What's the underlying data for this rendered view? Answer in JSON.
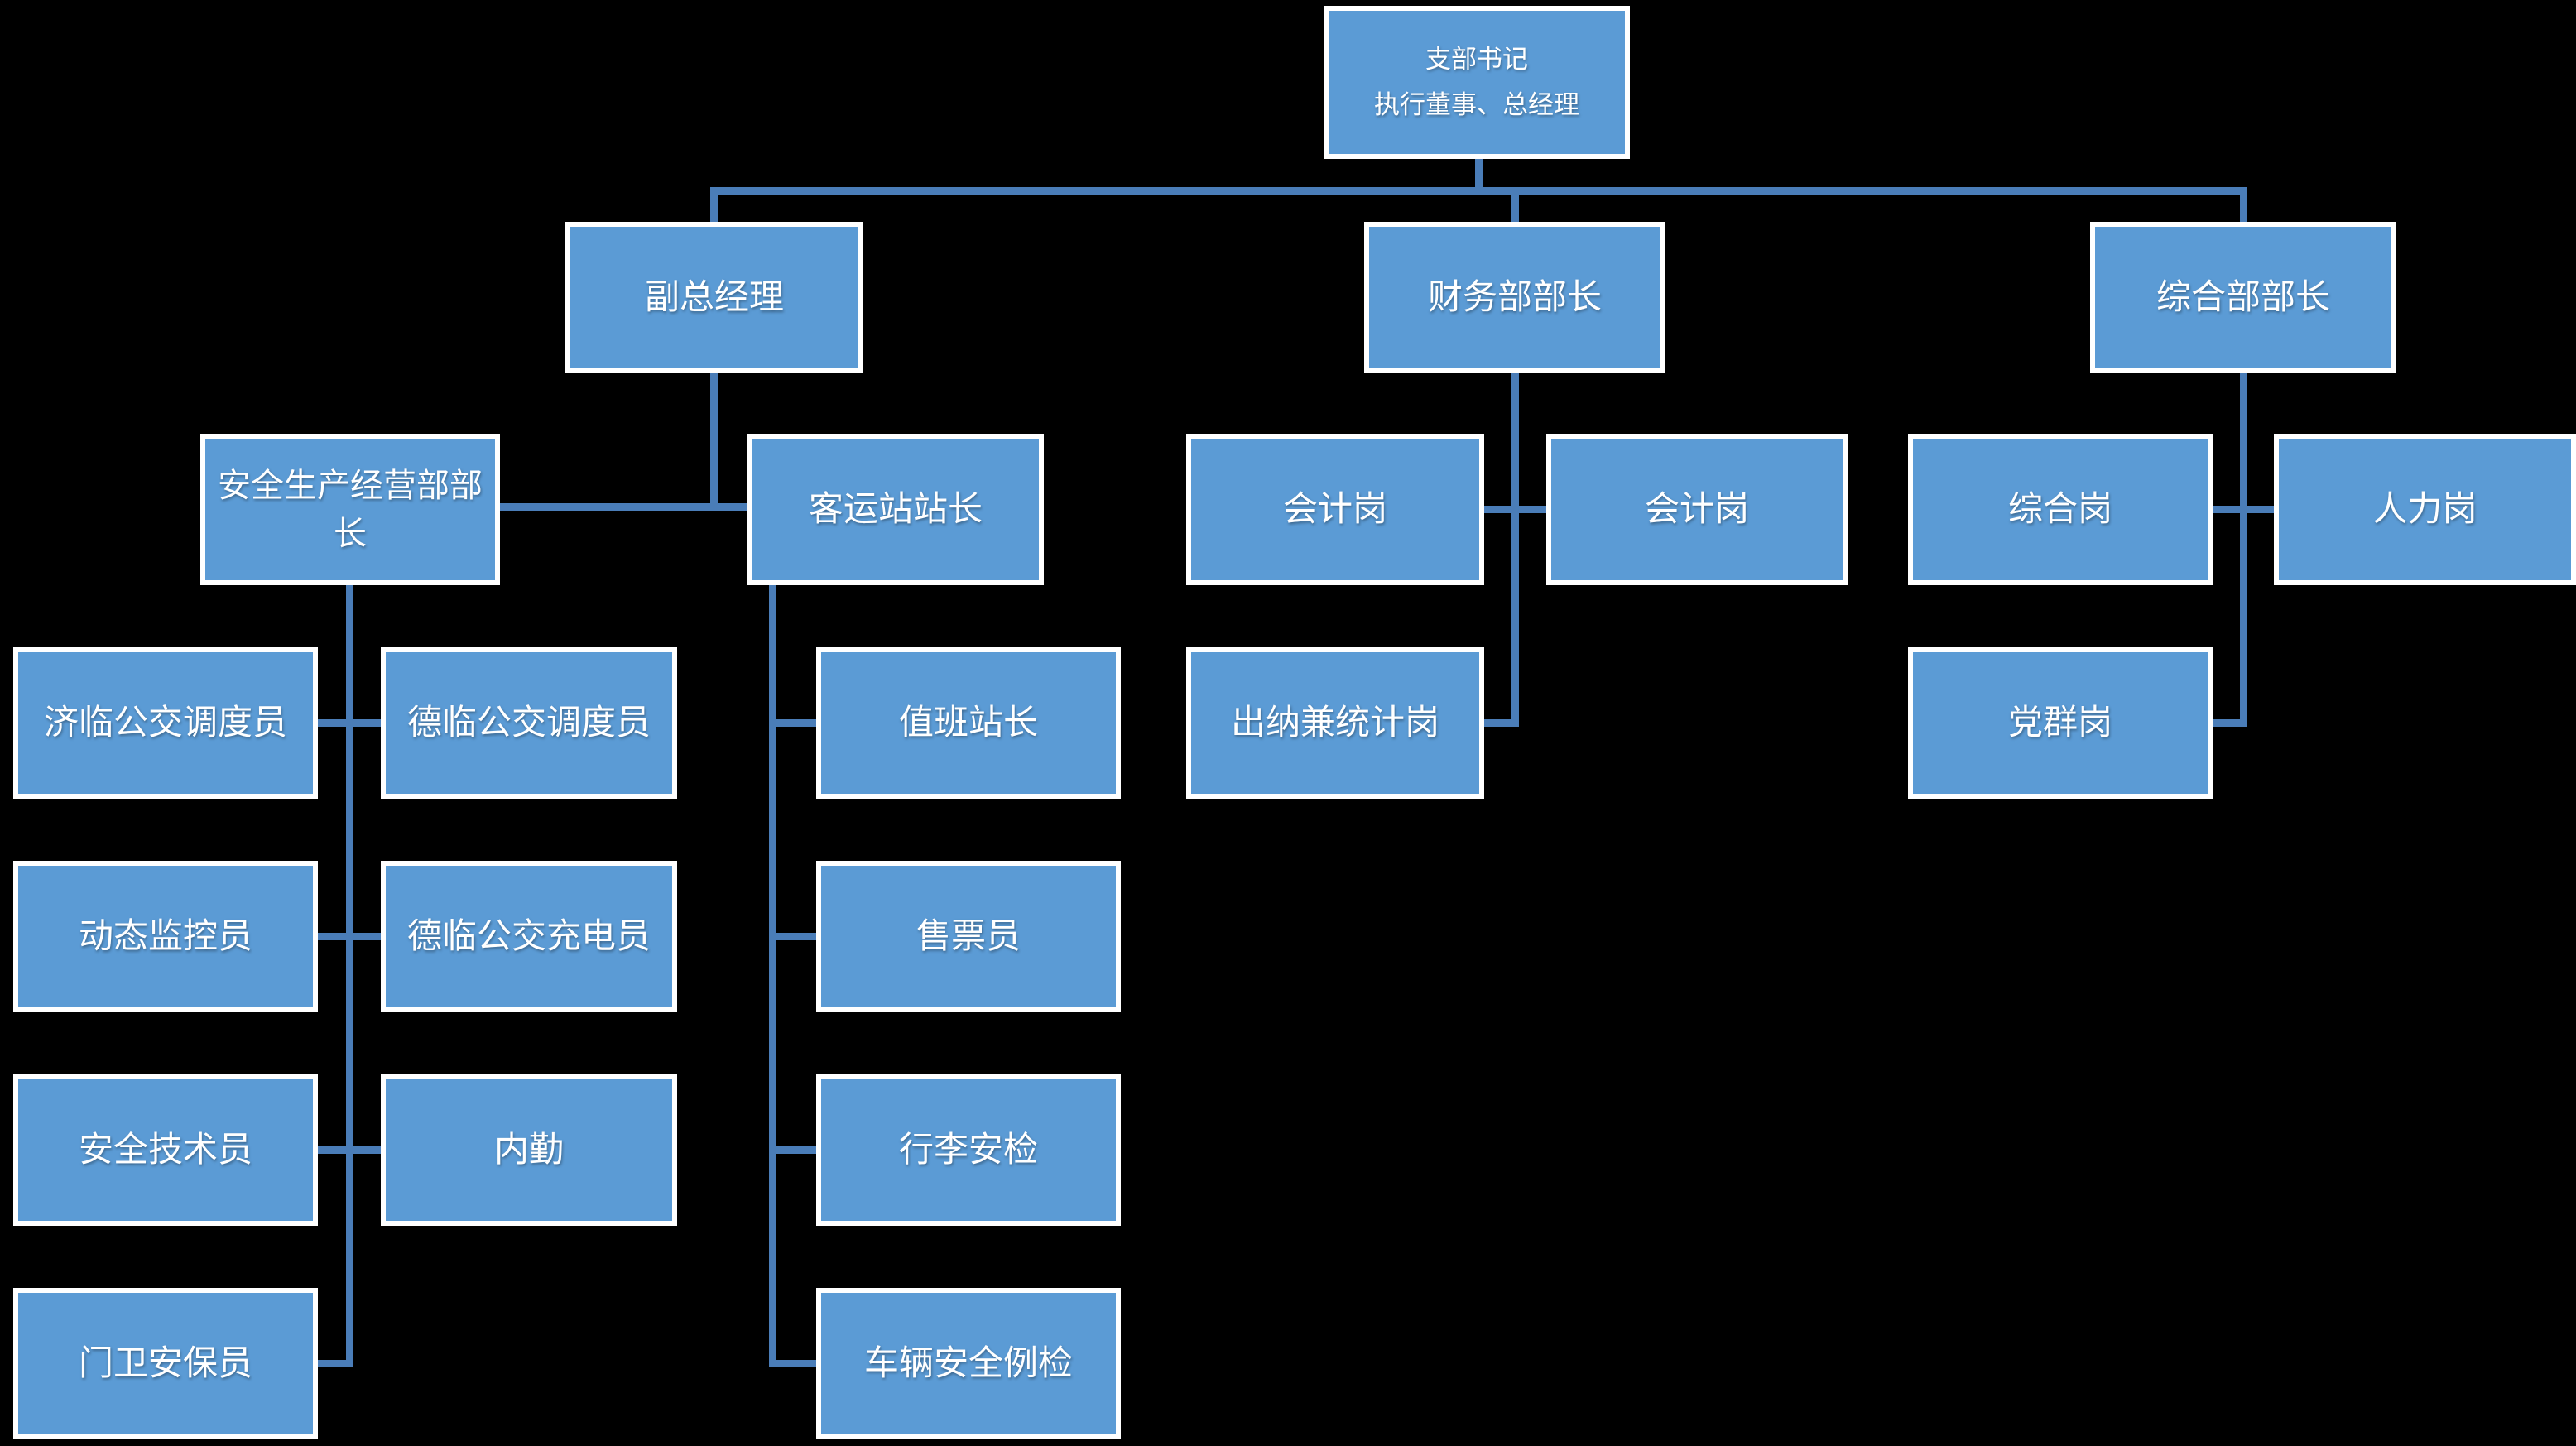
{
  "diagram": {
    "type": "org-chart",
    "description": "Organizational chart of a transport company party branch / passenger station, blue boxes with white borders connected by blue elbow lines on a black background",
    "colors": {
      "background": "#000000",
      "node_fill": "#5b9bd5",
      "node_border": "#ffffff",
      "connector": "#4a7db8",
      "text": "#ffffff"
    },
    "nodes": [
      {
        "id": "branch-secretary-gm",
        "label": "支部书记\n执行董事、总经理",
        "parent": null
      },
      {
        "id": "deputy-gm",
        "label": "副总经理",
        "parent": "branch-secretary-gm"
      },
      {
        "id": "finance-dept-head",
        "label": "财务部部长",
        "parent": "branch-secretary-gm"
      },
      {
        "id": "general-dept-head",
        "label": "综合部部长",
        "parent": "branch-secretary-gm"
      },
      {
        "id": "safety-production-dept-head",
        "label": "安全生产经营部部长",
        "parent": "deputy-gm"
      },
      {
        "id": "passenger-station-head",
        "label": "客运站站长",
        "parent": "deputy-gm"
      },
      {
        "id": "accountant-post-1",
        "label": "会计岗",
        "parent": "finance-dept-head"
      },
      {
        "id": "accountant-post-2",
        "label": "会计岗",
        "parent": "finance-dept-head"
      },
      {
        "id": "general-post",
        "label": "综合岗",
        "parent": "general-dept-head"
      },
      {
        "id": "hr-post",
        "label": "人力岗",
        "parent": "general-dept-head"
      },
      {
        "id": "jilin-bus-dispatcher",
        "label": "济临公交调度员",
        "parent": "safety-production-dept-head"
      },
      {
        "id": "delin-bus-dispatcher",
        "label": "德临公交调度员",
        "parent": "safety-production-dept-head"
      },
      {
        "id": "duty-station-master",
        "label": "值班站长",
        "parent": "passenger-station-head"
      },
      {
        "id": "cashier-statistics-post",
        "label": "出纳兼统计岗",
        "parent": "finance-dept-head"
      },
      {
        "id": "party-mass-post",
        "label": "党群岗",
        "parent": "general-dept-head"
      },
      {
        "id": "dynamic-monitor",
        "label": "动态监控员",
        "parent": "safety-production-dept-head"
      },
      {
        "id": "delin-bus-charger",
        "label": "德临公交充电员",
        "parent": "safety-production-dept-head"
      },
      {
        "id": "ticket-seller",
        "label": "售票员",
        "parent": "passenger-station-head"
      },
      {
        "id": "safety-technician",
        "label": "安全技术员",
        "parent": "safety-production-dept-head"
      },
      {
        "id": "office-clerk",
        "label": "内勤",
        "parent": "safety-production-dept-head"
      },
      {
        "id": "luggage-security-check",
        "label": "行李安检",
        "parent": "passenger-station-head"
      },
      {
        "id": "gate-security-guard",
        "label": "门卫安保员",
        "parent": "safety-production-dept-head"
      },
      {
        "id": "vehicle-safety-inspection",
        "label": "车辆安全例检",
        "parent": "passenger-station-head"
      }
    ]
  }
}
